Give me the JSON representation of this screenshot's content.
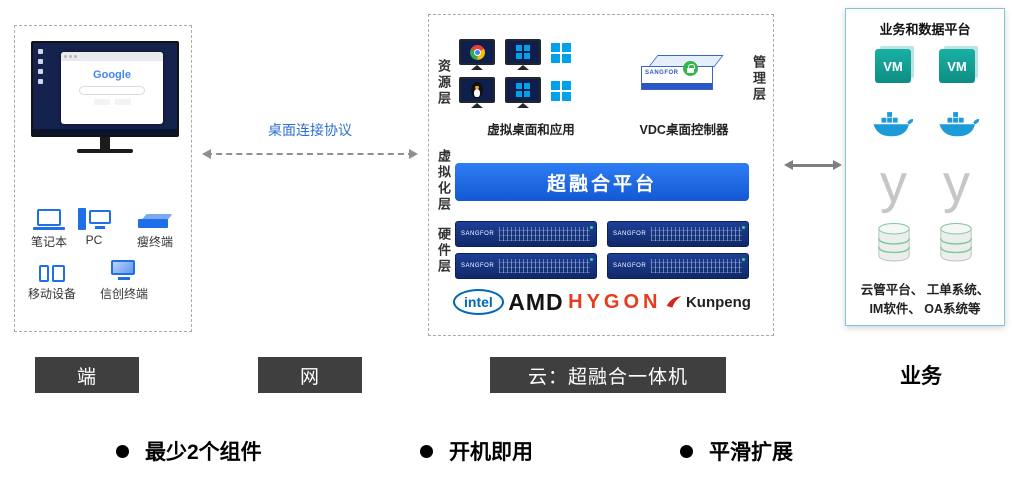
{
  "colors": {
    "accent_blue": "#1e6fe8",
    "hci_bar_blue": "#1e6fe8",
    "dark_box": "#3f3f3f",
    "protocol_text": "#2f6fd2",
    "hygon_red": "#e63c1f",
    "intel_blue": "#0068b5",
    "vm_teal": "#0d8d84",
    "docker_blue": "#1d9bd8"
  },
  "left_panel": {
    "browser_title": "Google",
    "devices": [
      "笔记本",
      "PC",
      "瘦终端",
      "移动设备",
      "信创终端"
    ]
  },
  "protocol_label": "桌面连接协议",
  "center_panel": {
    "layer_resource": "资源层",
    "layer_management": "管理层",
    "layer_virtualization": "虚拟化层",
    "layer_hardware": "硬件层",
    "virtual_desktop_label": "虚拟桌面和应用",
    "vdc_label": "VDC桌面控制器",
    "brand": "SANGFOR",
    "hci_platform": "超融合平台",
    "vendor_intel": "intel",
    "vendor_amd": "AMD",
    "vendor_hygon": "HYGON",
    "vendor_kunpeng": "Kunpeng"
  },
  "right_panel": {
    "title": "业务和数据平台",
    "vm_label": "VM",
    "apps_text": "云管平台、 工单系统、 IM软件、 OA系统等"
  },
  "bottom_row": {
    "terminal": "端",
    "network": "网",
    "cloud": "云：超融合一体机",
    "business": "业务"
  },
  "bullets": [
    "最少2个组件",
    "开机即用",
    "平滑扩展"
  ]
}
